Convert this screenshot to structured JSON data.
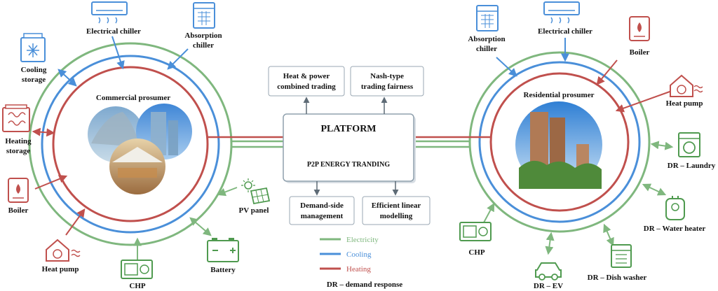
{
  "colors": {
    "electricity": "#7fb77e",
    "cooling": "#4a8fd9",
    "heating": "#c0504d",
    "icon_blue": "#4a8fd9",
    "icon_red": "#c0504d",
    "icon_green": "#4f9a4f",
    "platform_border": "#8fa0ad"
  },
  "platform": {
    "title": "PLATFORM",
    "subtitle": "P2P ENERGY TRANDING"
  },
  "features": {
    "top_left": [
      "Heat & power",
      "combined trading"
    ],
    "top_right": [
      "Nash-type",
      "trading fairness"
    ],
    "bottom_left": [
      "Demand-side",
      "management"
    ],
    "bottom_right": [
      "Efficient linear",
      "modelling"
    ]
  },
  "commercial": {
    "title": "Commercial prosumer",
    "electrical_chiller": "Electrical chiller",
    "absorption_chiller": [
      "Absorption",
      "chiller"
    ],
    "cooling_storage": [
      "Cooling",
      "storage"
    ],
    "heating_storage": [
      "Heating",
      "storage"
    ],
    "boiler": "Boiler",
    "heat_pump": "Heat pump",
    "chp": "CHP",
    "battery": "Battery",
    "pv_panel": "PV panel"
  },
  "residential": {
    "title": "Residential prosumer",
    "absorption_chiller": [
      "Absorption",
      "chiller"
    ],
    "electrical_chiller": "Electrical chiller",
    "boiler": "Boiler",
    "heat_pump": "Heat pump",
    "dr_laundry": "DR – Laundry",
    "dr_water_heater": "DR – Water heater",
    "dr_dish_washer": "DR – Dish washer",
    "dr_ev": "DR – EV",
    "chp": "CHP"
  },
  "legend": {
    "electricity": "Electricity",
    "cooling": "Cooling",
    "heating": "Heating",
    "dr_note": "DR – demand response"
  },
  "icons": {
    "electrical_chiller": "air-conditioner-icon",
    "absorption_chiller": "chiller-unit-icon",
    "cooling_storage": "snowflake-tank-icon",
    "heating_storage": "heat-tank-icon",
    "boiler": "boiler-icon",
    "heat_pump": "heat-pump-house-icon",
    "chp": "generator-icon",
    "battery": "battery-icon",
    "pv_panel": "solar-panel-icon",
    "laundry": "washing-machine-icon",
    "water_heater": "water-heater-icon",
    "dish_washer": "dish-washer-icon",
    "ev": "car-icon"
  }
}
